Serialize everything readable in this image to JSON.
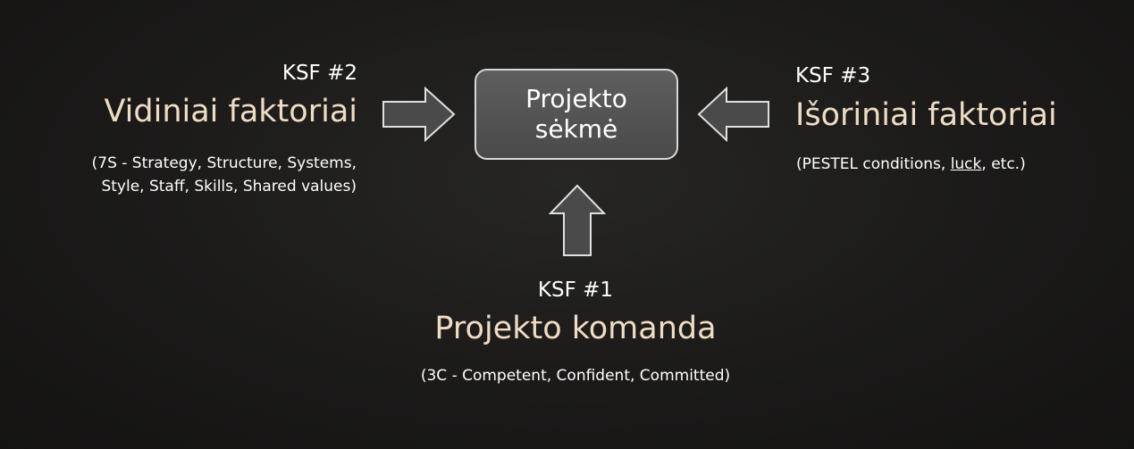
{
  "center": {
    "line1": "Projekto",
    "line2": "sėkmė"
  },
  "left": {
    "ksf": "KSF #2",
    "title": "Vidiniai faktoriai",
    "desc_line1": "(7S - Strategy, Structure, Systems,",
    "desc_line2": "Style, Staff, Skills, Shared values)"
  },
  "right": {
    "ksf": "KSF #3",
    "title": "Išoriniai faktoriai",
    "desc_pre": "(PESTEL conditions, ",
    "desc_underlined": "luck",
    "desc_post": ", etc.)"
  },
  "bottom": {
    "ksf": "KSF #1",
    "title": "Projekto komanda",
    "desc": "(3C - Competent, Confident, Committed)"
  },
  "colors": {
    "background": "#1b1a19",
    "title_accent": "#f0dcc4",
    "box_fill": "#555555",
    "arrow_fill": "#4a4a4a",
    "arrow_stroke": "#e0e0e0"
  }
}
